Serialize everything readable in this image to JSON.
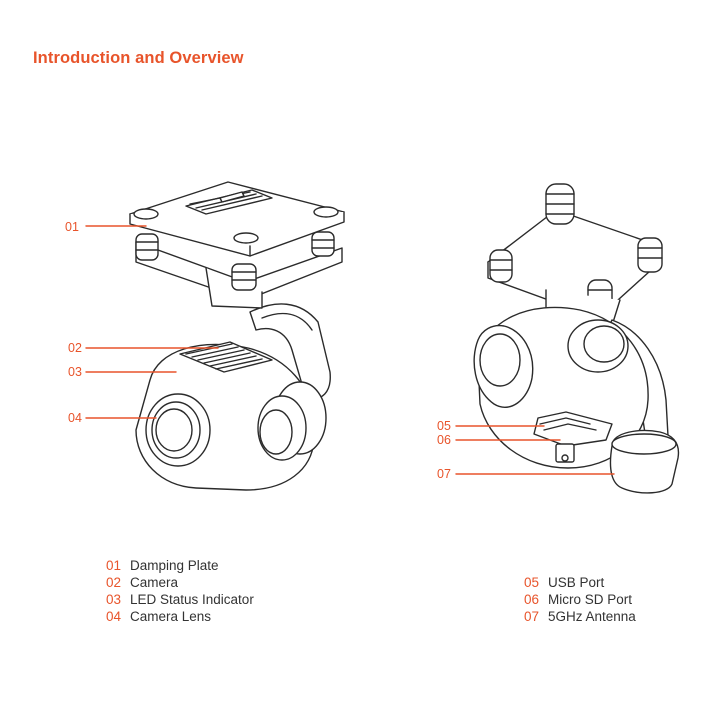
{
  "page": {
    "title": "Introduction and Overview"
  },
  "colors": {
    "accent": "#e8542b",
    "text": "#333333",
    "line": "#2b2b2b"
  },
  "callouts_left": [
    {
      "num": "01",
      "part": "Damping Plate"
    },
    {
      "num": "02",
      "part": "Camera"
    },
    {
      "num": "03",
      "part": "LED Status Indicator"
    },
    {
      "num": "04",
      "part": "Camera Lens"
    }
  ],
  "callouts_right": [
    {
      "num": "05",
      "part": "USB Port"
    },
    {
      "num": "06",
      "part": "Micro SD Port"
    },
    {
      "num": "07",
      "part": "5GHz Antenna"
    }
  ]
}
